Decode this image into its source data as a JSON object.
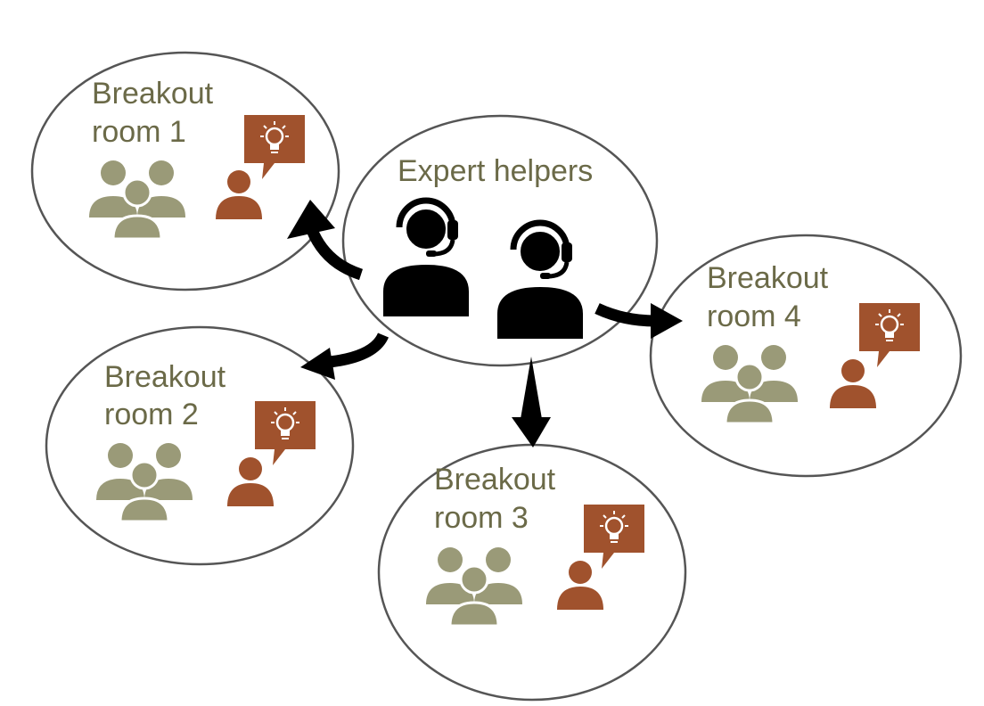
{
  "hub": {
    "label": "Expert helpers",
    "icons": [
      "headset-person-icon",
      "headset-person-icon"
    ]
  },
  "rooms": [
    {
      "line1": "Breakout",
      "line2": "room 1"
    },
    {
      "line1": "Breakout",
      "line2": "room 2"
    },
    {
      "line1": "Breakout",
      "line2": "room 3"
    },
    {
      "line1": "Breakout",
      "line2": "room 4"
    }
  ],
  "room_icons": {
    "group": "people-group-icon",
    "helper": "person-icon",
    "bubble": "lightbulb-speech-bubble-icon"
  },
  "colors": {
    "text": "#6b6a48",
    "group": "#9a9a78",
    "helper": "#a0522d",
    "outline": "#555555",
    "arrow": "#000000"
  }
}
